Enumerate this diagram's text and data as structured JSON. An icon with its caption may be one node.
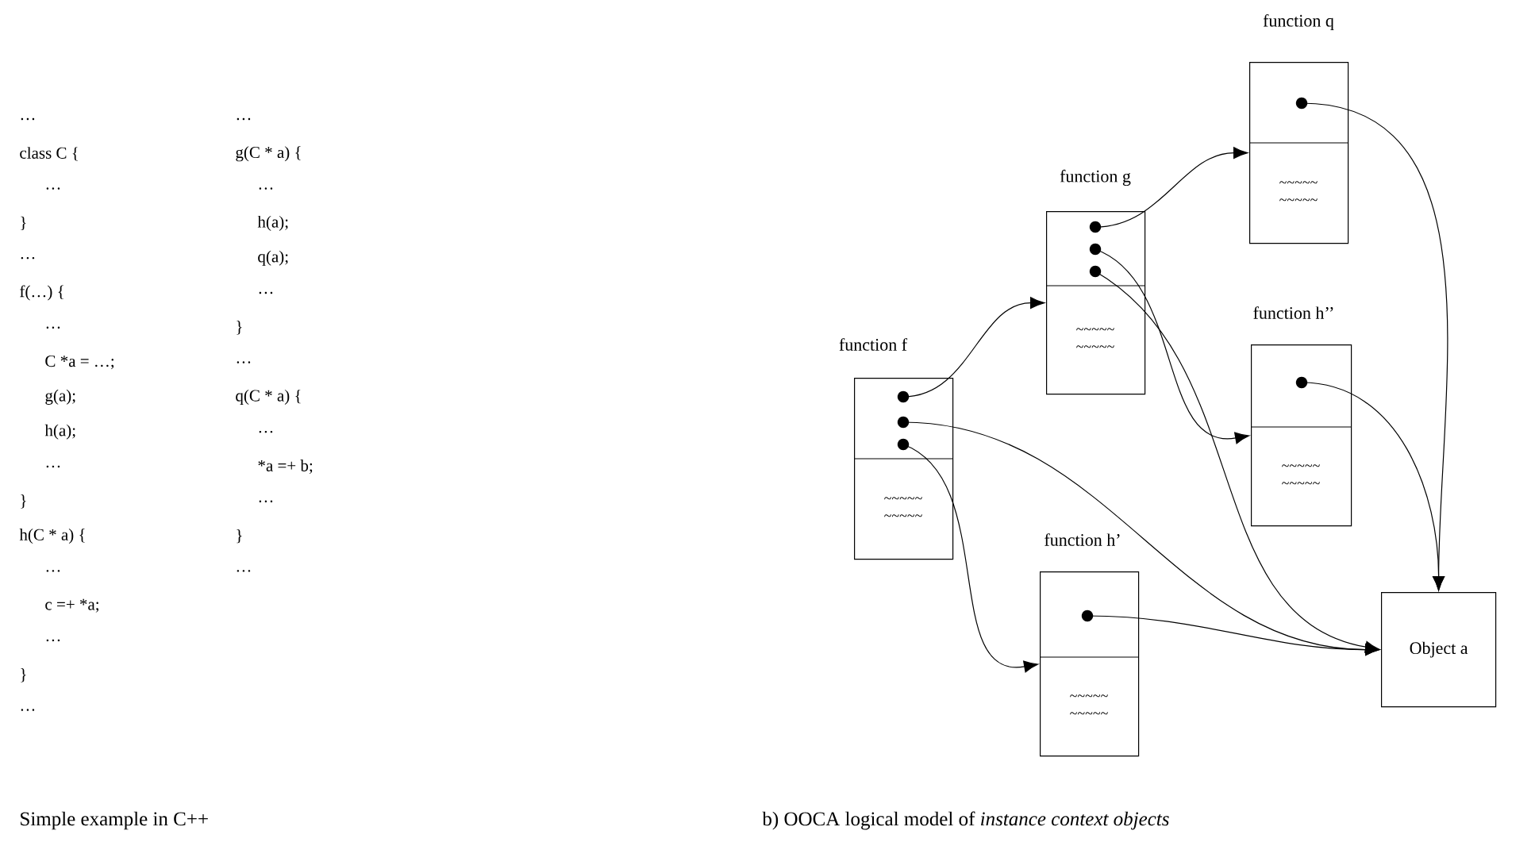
{
  "diagram": {
    "nodes": [
      {
        "text": [
          "function f",
          "~~~~~ ~~~~~"
        ]
      },
      {
        "text": [
          "function g",
          "~~~~~ ~~~~~"
        ]
      },
      {
        "text": [
          "function q",
          "~~~~~ ~~~~~"
        ]
      },
      {
        "text": [
          "function h’’",
          "~~~~~ ~~~~~"
        ]
      },
      {
        "text": [
          "function h’",
          "~~~~~ ~~~~~"
        ]
      },
      {
        "text": [
          "Object a"
        ]
      }
    ],
    "edges": [
      {
        "from": 0,
        "to": 1,
        "arrow": "to"
      },
      {
        "from": 0,
        "to": 5,
        "arrow": "to"
      },
      {
        "from": 0,
        "to": 4,
        "arrow": "to"
      },
      {
        "from": 1,
        "to": 2,
        "arrow": "to"
      },
      {
        "from": 1,
        "to": 3,
        "arrow": "to"
      },
      {
        "from": 1,
        "to": 5,
        "arrow": "to"
      },
      {
        "from": 2,
        "to": 5,
        "arrow": "to"
      },
      {
        "from": 3,
        "to": 5,
        "arrow": "to"
      },
      {
        "from": 4,
        "to": 5,
        "arrow": "to"
      }
    ],
    "labels": [
      "…",
      "…",
      "class C {",
      "g(C * a) {",
      "…",
      "…",
      "}",
      "h(a);",
      "…",
      "q(a);",
      "f(…) {",
      "…",
      "…",
      "}",
      "C *a = …;",
      "…",
      "g(a);",
      "q(C * a) {",
      "h(a);",
      "…",
      "…",
      "*a =+ b;",
      "}",
      "…",
      "h(C * a) {",
      "}",
      "…",
      "…",
      "c =+ *a;",
      "…",
      "}",
      "…",
      "Simple example in C++",
      "b) OOCA logical model of *instance context objects*"
    ]
  }
}
